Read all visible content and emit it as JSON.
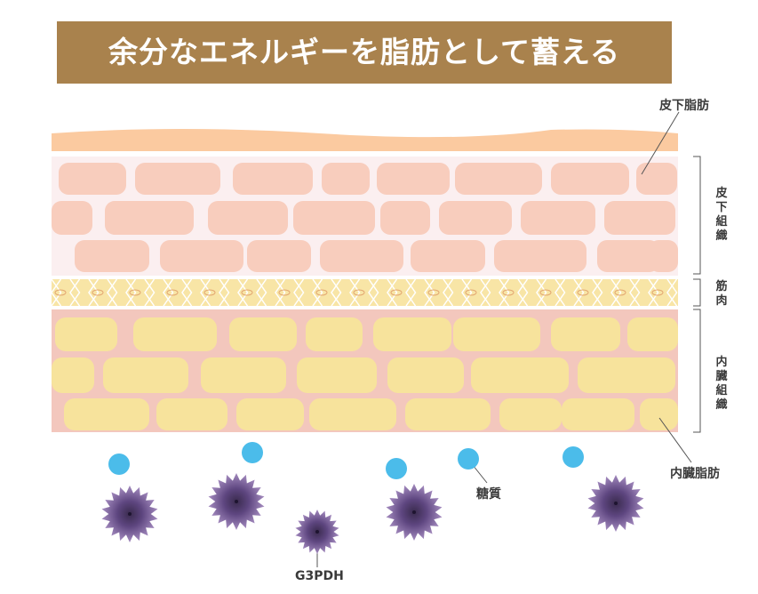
{
  "title": "余分なエネルギーを脂肪として蓄える",
  "labels": {
    "subcutaneous_fat": "皮下脂肪",
    "visceral_fat": "内臓脂肪",
    "sugar": "糖質",
    "enzyme": "G3PDH"
  },
  "layers": {
    "subcutaneous_tissue": "皮下組織",
    "muscle": "筋肉",
    "visceral_tissue": "内臓組織"
  },
  "colors": {
    "banner": "#a9824d",
    "skin_top": "#fbcaa0",
    "subcutaneous_bg": "#fbeff0",
    "subcutaneous_cell": "#f8cdbd",
    "muscle_bg": "#f8e5a6",
    "visceral_bg": "#f3c7bd",
    "visceral_cell": "#f7e39c",
    "sugar": "#4bbcea",
    "enzyme": "#7c5a9a"
  }
}
